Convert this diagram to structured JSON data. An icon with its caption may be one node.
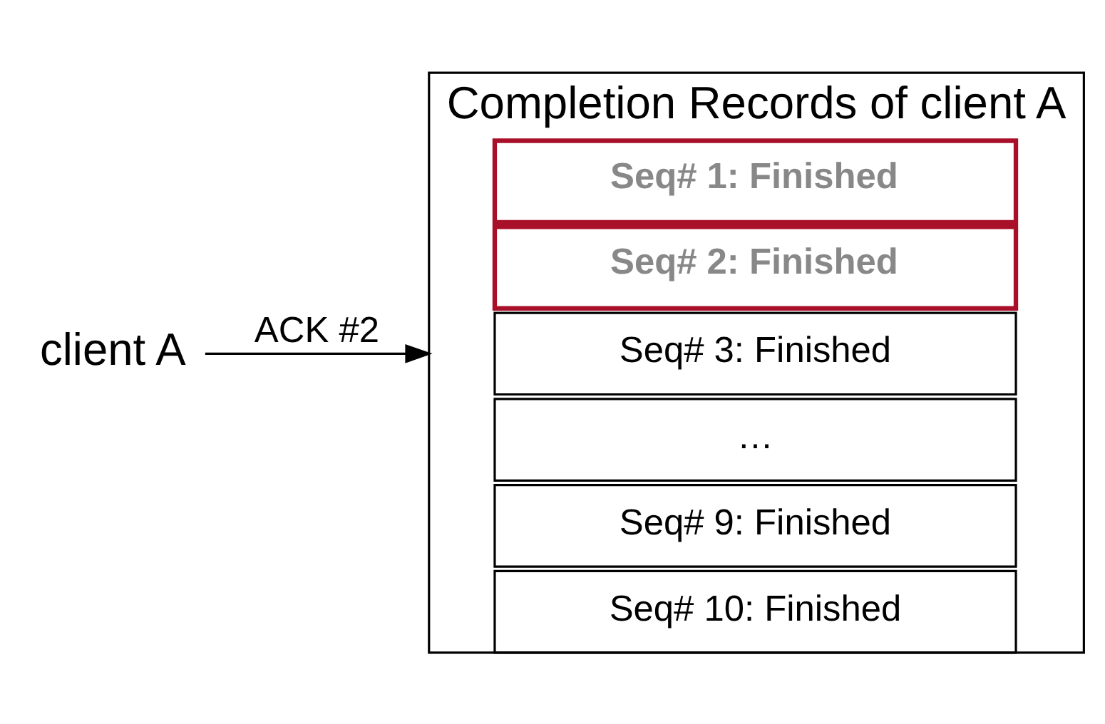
{
  "diagram": {
    "nodes": [
      {
        "text": [
          "client A"
        ]
      },
      {
        "text": [
          "Completion Records of client A"
        ]
      },
      {
        "text": [
          "Seq# 1: Finished"
        ],
        "in": 1
      },
      {
        "text": [
          "Seq# 2: Finished"
        ],
        "in": 1
      },
      {
        "text": [
          "Seq# 3: Finished"
        ],
        "in": 1
      },
      {
        "text": [
          "…"
        ],
        "in": 1
      },
      {
        "text": [
          "Seq# 9: Finished"
        ],
        "in": 1
      },
      {
        "text": [
          "Seq# 10: Finished"
        ],
        "in": 1
      }
    ],
    "edges": [
      {
        "from": 0,
        "to": 1,
        "arrow": "to",
        "label": "ACK #2"
      }
    ]
  }
}
